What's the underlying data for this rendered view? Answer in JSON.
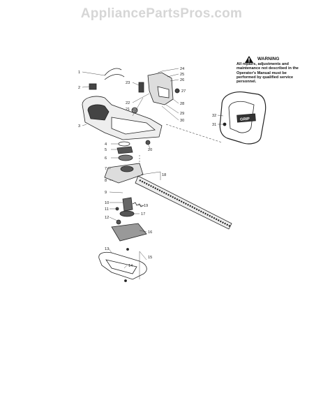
{
  "header": {
    "site_title": "AppliancePartsPros.com"
  },
  "warning": {
    "title": "WARNING",
    "body": "All repairs, adjustments and maintenance not described in the Operator's Manual must be performed by qualified service personnel."
  },
  "diagram": {
    "grip_text": "GRIP",
    "part_numbers": [
      "1",
      "2",
      "3",
      "4",
      "5",
      "6",
      "7",
      "8",
      "9",
      "10",
      "11",
      "12",
      "13",
      "14",
      "15",
      "16",
      "17",
      "18",
      "19",
      "20",
      "21",
      "22",
      "23",
      "24",
      "25",
      "26",
      "27",
      "28",
      "29",
      "30",
      "31",
      "32"
    ]
  }
}
